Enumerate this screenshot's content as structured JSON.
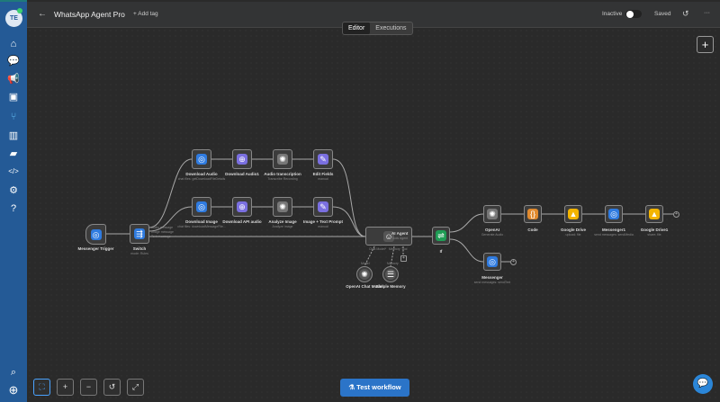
{
  "header": {
    "back": "←",
    "title": "WhatsApp Agent Pro",
    "add_tag": "+ Add tag",
    "status": "Inactive",
    "saved": "Saved",
    "more": "···"
  },
  "tabs": {
    "editor": "Editor",
    "executions": "Executions"
  },
  "sidebar": {
    "avatar": "TE",
    "items": [
      "home-icon",
      "chat-icon",
      "megaphone-icon",
      "contacts-icon",
      "workflow-icon",
      "chart-icon",
      "folder-icon",
      "code-icon",
      "gear-icon",
      "help-icon"
    ],
    "bottom": [
      "search-icon",
      "add-icon"
    ]
  },
  "nodes": {
    "trigger": {
      "label": "Messenger Trigger",
      "sub": ""
    },
    "switch": {
      "label": "Switch",
      "sub": "mode: Rules"
    },
    "download_audio": {
      "label": "Download Audio",
      "sub": "chat files: getDownloadFileDetails"
    },
    "download_audio1": {
      "label": "Download Audio1",
      "sub": ""
    },
    "audio_transcription": {
      "label": "Audio transcription",
      "sub": "Transcribe Recording"
    },
    "edit_fields": {
      "label": "Edit Fields",
      "sub": "manual"
    },
    "download_image": {
      "label": "Download Image",
      "sub": "chat files: downloadMessageFile..."
    },
    "download_api_audio": {
      "label": "Download API audio",
      "sub": ""
    },
    "analyze_image": {
      "label": "Analyze Image",
      "sub": "Analyze image"
    },
    "image_text_prompt": {
      "label": "Image + Text Prompt",
      "sub": "manual"
    },
    "ai_agent": {
      "label": "AI Agent",
      "sub": "Tools Agent"
    },
    "if": {
      "label": "If",
      "sub": ""
    },
    "openai": {
      "label": "OpenAI",
      "sub": "Generate Audio"
    },
    "code": {
      "label": "Code",
      "sub": ""
    },
    "google_drive": {
      "label": "Google Drive",
      "sub": "upload: file"
    },
    "messenger1": {
      "label": "Messenger1",
      "sub": "send messages: sendMedia"
    },
    "google_drive1": {
      "label": "Google Drive1",
      "sub": "share: file"
    },
    "messenger": {
      "label": "Messenger",
      "sub": "send messages: sendText"
    },
    "chat_model": {
      "label": "OpenAI Chat Model",
      "sub": ""
    },
    "memory": {
      "label": "Simple Memory",
      "sub": ""
    }
  },
  "switch_outputs": [
    "Audio message",
    "Image message",
    "Text message"
  ],
  "agent_ports": {
    "chat_model": "Chat Model*",
    "memory": "Memory",
    "tool": "Tool",
    "model_in": "Model",
    "memory_in": "Memory"
  },
  "controls": {
    "test_workflow": "Test workflow",
    "fit": "⛶",
    "zoom_in": "+",
    "zoom_out": "−",
    "reset": "↺",
    "tidy": "⤢",
    "add": "+"
  }
}
